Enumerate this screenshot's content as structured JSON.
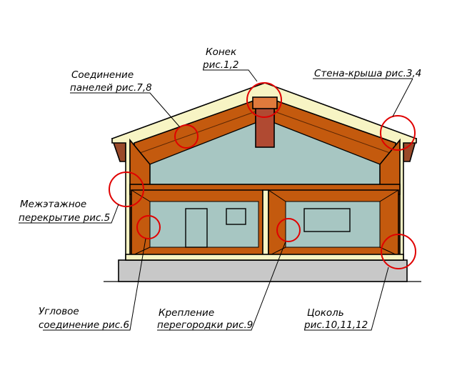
{
  "labels": {
    "ridge_line1": "Конек",
    "ridge_line2": "рис.1,2",
    "panel_joint_line1": "Соединение",
    "panel_joint_line2": "панелей рис.7,8",
    "wall_roof": "Стена-крыша рис.3,4",
    "floor_line1": "Межэтажное",
    "floor_line2": "перекрытие рис.5",
    "corner_line1": "Угловое",
    "corner_line2": "соединение рис.6",
    "partition_line1": "Крепление",
    "partition_line2": "перегородки рис.9",
    "plinth_line1": "Цоколь",
    "plinth_line2": "рис.10,11,12"
  },
  "colors": {
    "frame": "#f7f4c4",
    "panel": "#c45a0e",
    "panel_edge": "#8a3806",
    "interior": "#a7c6c2",
    "chimney": "#b04a32",
    "foundation": "#c8c8c8",
    "callout": "#e00000"
  }
}
